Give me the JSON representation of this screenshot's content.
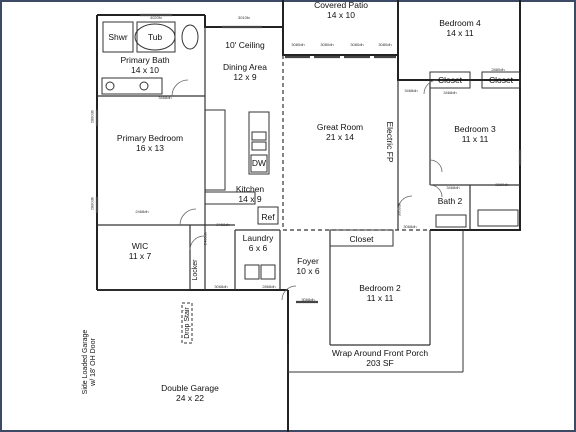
{
  "rooms": {
    "covered_patio": {
      "name": "Covered Patio",
      "size": "14 x 10"
    },
    "bedroom4": {
      "name": "Bedroom 4",
      "size": "14 x 11"
    },
    "shower": {
      "name": "Shwr"
    },
    "tub": {
      "name": "Tub"
    },
    "primary_bath": {
      "name": "Primary Bath",
      "size": "14 x 10"
    },
    "ceiling": {
      "name": "10' Ceiling"
    },
    "dining": {
      "name": "Dining Area",
      "size": "12 x 9"
    },
    "closet_a": {
      "name": "Closet"
    },
    "closet_b": {
      "name": "Closet"
    },
    "closet_c": {
      "name": "Closet"
    },
    "bedroom3": {
      "name": "Bedroom 3",
      "size": "11 x 11"
    },
    "primary_bedroom": {
      "name": "Primary Bedroom",
      "size": "16 x 13"
    },
    "great_room": {
      "name": "Great Room",
      "size": "21 x 14"
    },
    "electric_fp": {
      "name": "Electric FP"
    },
    "dw": {
      "name": "DW"
    },
    "kitchen": {
      "name": "Kitchen",
      "size": "14 x 9"
    },
    "ref": {
      "name": "Ref"
    },
    "bath2": {
      "name": "Bath 2"
    },
    "wic": {
      "name": "WIC",
      "size": "11 x 7"
    },
    "laundry": {
      "name": "Laundry",
      "size": "6 x 6"
    },
    "locker": {
      "name": "Locker"
    },
    "foyer": {
      "name": "Foyer",
      "size": "10 x 6"
    },
    "bedroom2": {
      "name": "Bedroom 2",
      "size": "11 x 11"
    },
    "drop_stair": {
      "name": "Drop Stair"
    },
    "porch": {
      "name": "Wrap Around Front Porch",
      "size": "203 SF"
    },
    "garage": {
      "name": "Double Garage",
      "size": "24 x 22"
    },
    "garage_note": {
      "line1": "Side Loaded Garage",
      "line2": "w/ 18' OH Door"
    }
  },
  "windows": {
    "patio_1": "3080dh",
    "patio_2": "3080dh",
    "patio_3": "3080dh",
    "patio_4": "3080dh",
    "bath_top_1": "4020fx",
    "bath_top_2": "3010fx",
    "bed4_right": "2880dh",
    "bath_ss": "3468dh",
    "bed3_closet": "3468dh",
    "bed3_left": "3468dh",
    "primary_left_1": "2880dh",
    "primary_left_2": "2880dh",
    "primary_bottom": "2468dh",
    "bath2_left": "3468dh",
    "bath2_right": "2880dh",
    "foyer_door": "3068dh",
    "closet_door": "3068dh",
    "laundry_door": "2468dh",
    "garage_door": "3068dh",
    "bed2_door": "2868dh",
    "wic_door": "2468dh",
    "front_door": "3068dh"
  }
}
